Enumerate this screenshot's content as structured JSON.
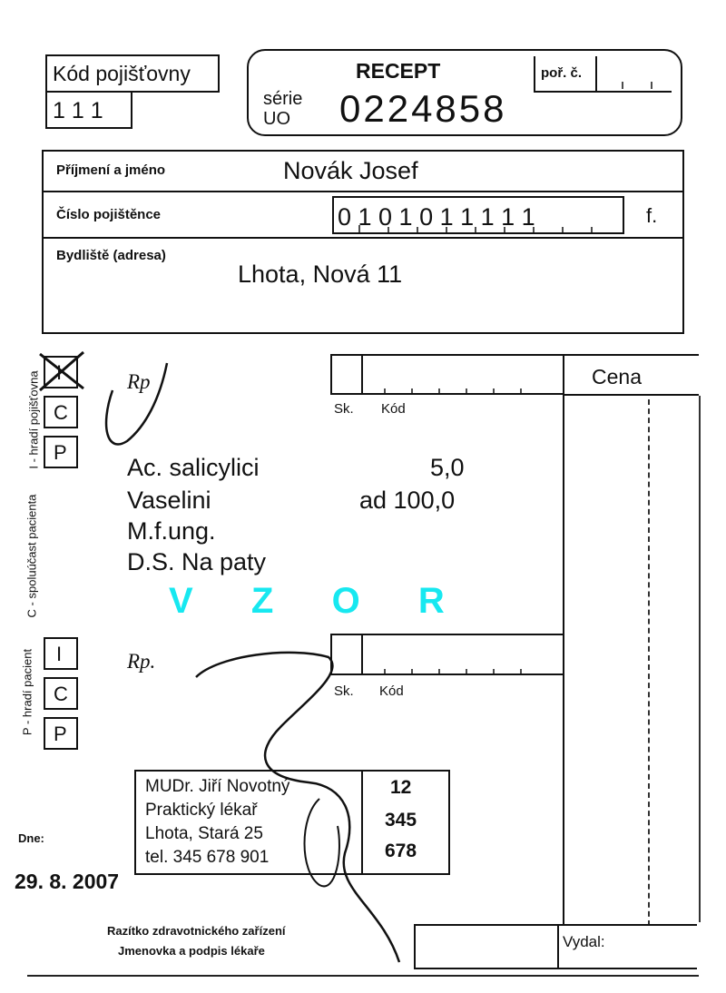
{
  "insurer": {
    "label": "Kód pojišťovny",
    "code": "1 1 1"
  },
  "recept": {
    "title": "RECEPT",
    "serie_label": "série",
    "serie_code": "UO",
    "number": "0224858",
    "order_label": "poř. č."
  },
  "patient": {
    "name_label": "Příjmení a jméno",
    "name": "Novák Josef",
    "insured_label": "Číslo pojištěnce",
    "insured_number": "0 1 0 1 0 1 1 1 1 1",
    "f_label": "f.",
    "address_label": "Bydliště (adresa)",
    "address": "Lhota, Nová 11"
  },
  "payer_boxes": {
    "legend_top": "I - hradí pojišťovna",
    "legend_mid": "C - spoluúčast pacienta",
    "legend_bottom": "P - hradí pacient",
    "group1": [
      "I",
      "C",
      "P"
    ],
    "group2": [
      "I",
      "C",
      "P"
    ]
  },
  "rx": {
    "rp1": "Rp",
    "rp2": "Rp.",
    "sk_label": "Sk.",
    "kod_label": "Kód",
    "cena_label": "Cena",
    "lines": [
      {
        "name": "Ac. salicylici",
        "amount": "5,0"
      },
      {
        "name": "Vaselini",
        "amount": "ad 100,0"
      },
      {
        "name": "M.f.ung.",
        "amount": ""
      },
      {
        "name": "D.S. Na paty",
        "amount": ""
      }
    ],
    "watermark": "V  Z  O  R"
  },
  "doctor": {
    "lines": [
      "MUDr. Jiří Novotný",
      "Praktický lékař",
      "Lhota, Stará 25",
      "tel. 345 678 901"
    ],
    "code_lines": [
      "12",
      "345",
      "678"
    ]
  },
  "date": {
    "label": "Dne:",
    "value": "29. 8. 2007"
  },
  "footer": {
    "stamp_line1": "Razítko zdravotnického zařízení",
    "stamp_line2": "Jmenovka a podpis lékaře",
    "vydal_label": "Vydal:"
  }
}
